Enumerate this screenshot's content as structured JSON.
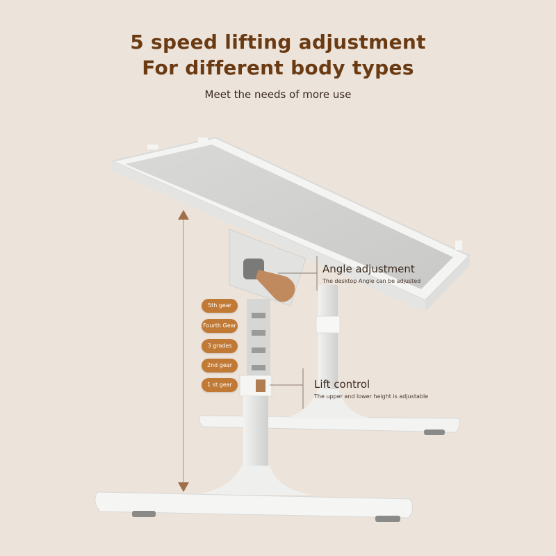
{
  "header": {
    "title_line1": "5 speed lifting adjustment",
    "title_line2": "For different body types",
    "subtitle": "Meet the needs of more use"
  },
  "gears": [
    {
      "label": "5th gear"
    },
    {
      "label": "Fourth Gear"
    },
    {
      "label": "3 grades"
    },
    {
      "label": "2nd gear"
    },
    {
      "label": "1 st gear"
    }
  ],
  "callouts": {
    "angle": {
      "title": "Angle adjustment",
      "desc": "The desktop Angle can be adjusted"
    },
    "lift": {
      "title": "Lift control",
      "desc": "The upper and lower height is adjustable"
    }
  },
  "colors": {
    "background": "#ece3da",
    "title": "#6a3a12",
    "badge": "#c07a36",
    "product": "#e9e9e7"
  }
}
